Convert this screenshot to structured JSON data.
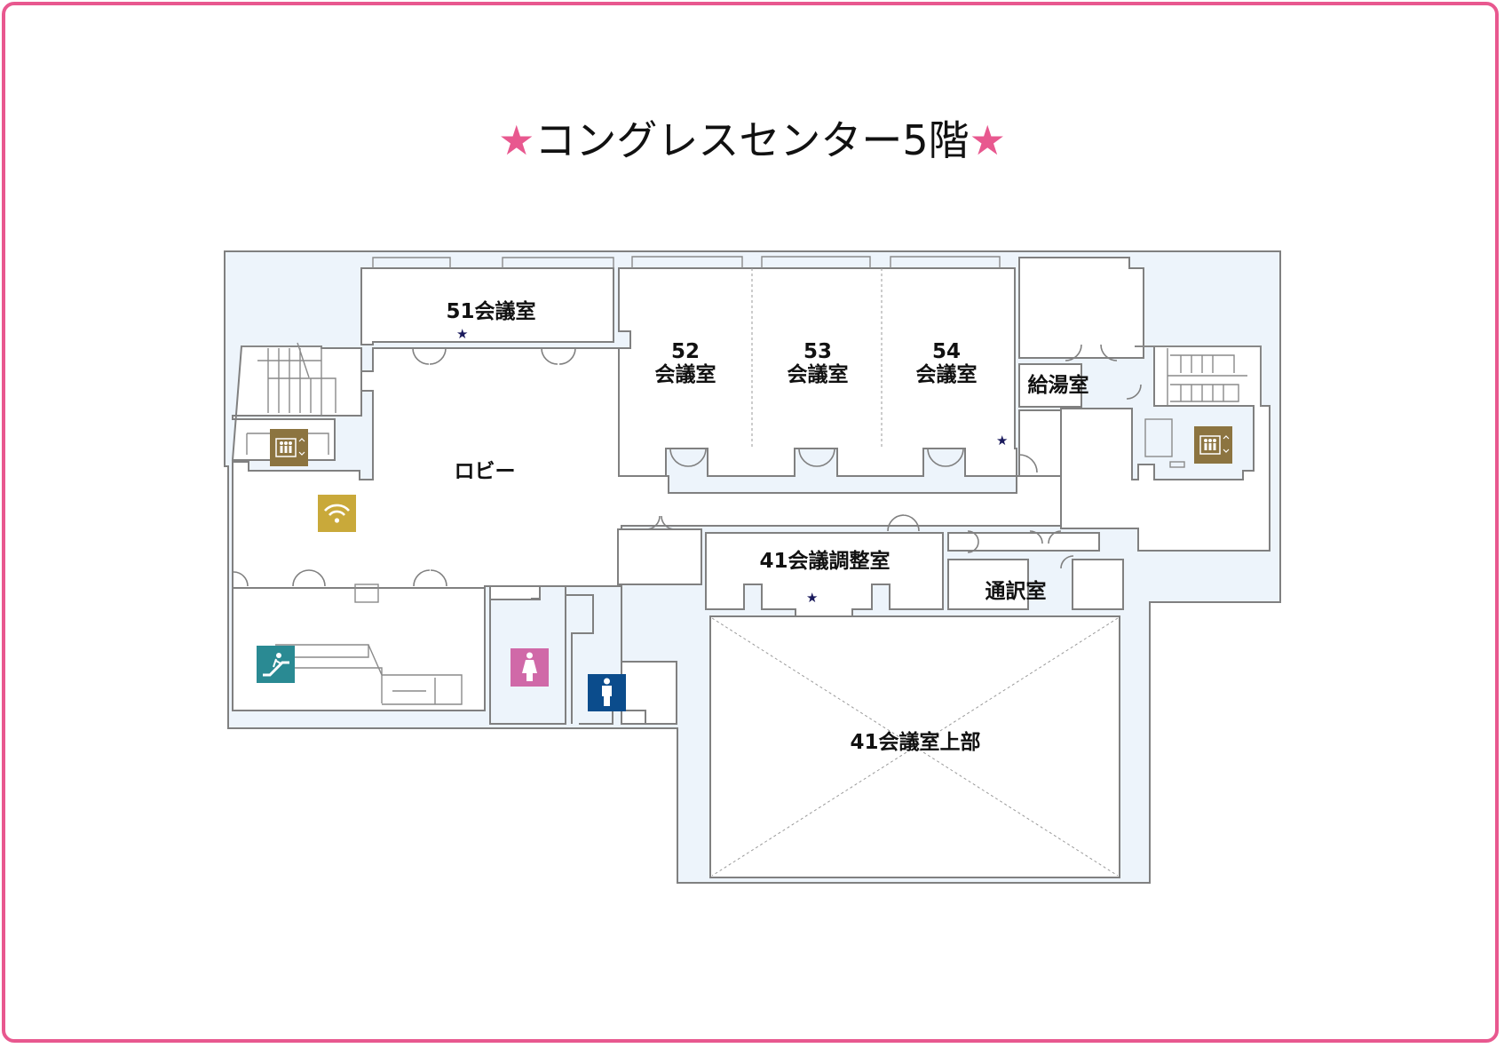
{
  "title": {
    "star_left": "★",
    "text": "コングレスセンター5階",
    "star_right": "★"
  },
  "rooms": {
    "r51": "51会議室",
    "r52_num": "52",
    "r52_name": "会議室",
    "r53_num": "53",
    "r53_name": "会議室",
    "r54_num": "54",
    "r54_name": "会議室",
    "kyutoshitsu": "給湯室",
    "lobby": "ロビー",
    "r41_adjust": "41会議調整室",
    "tsuyakushitsu": "通訳室",
    "r41_upper": "41会議室上部"
  },
  "markers": {
    "star": "★"
  },
  "icons": {
    "elevator_color": "#8c7440",
    "wifi_color": "#c9a93a",
    "escalator_color": "#2a8a93",
    "women_color": "#d069a8",
    "men_color": "#0b4c8c"
  },
  "colors": {
    "frame": "#e8588f",
    "corridor": "#edf4fb"
  }
}
